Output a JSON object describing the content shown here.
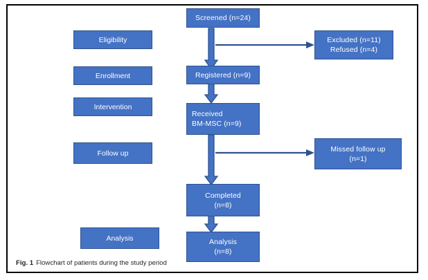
{
  "figure": {
    "caption_number": "Fig. 1",
    "caption_text": "Flowchart of patients during the study period",
    "colors": {
      "box_fill": "#4472C4",
      "box_border": "#2F528F",
      "arrow_fill": "#4472C4",
      "arrow_stroke": "#2F528F",
      "frame": "#000000",
      "box_text": "#FFFFFF",
      "caption_text": "#231F20"
    }
  },
  "stages": [
    {
      "id": "eligibility",
      "label": "Eligibility"
    },
    {
      "id": "enrollment",
      "label": "Enrollment"
    },
    {
      "id": "intervention",
      "label": "Intervention"
    },
    {
      "id": "follow-up",
      "label": "Follow up"
    },
    {
      "id": "analysis",
      "label": "Analysis"
    }
  ],
  "nodes": [
    {
      "id": "screened",
      "label": "Screened (n=24)",
      "count": 24
    },
    {
      "id": "registered",
      "label": "Registered (n=9)",
      "count": 9
    },
    {
      "id": "received",
      "label": "Received\nBM-MSC (n=9)",
      "count": 9
    },
    {
      "id": "completed",
      "label": "Completed\n(n=8)",
      "count": 8
    },
    {
      "id": "analysis",
      "label": "Analysis\n(n=8)",
      "count": 8
    }
  ],
  "side_nodes": [
    {
      "id": "excluded",
      "label": "Excluded (n=11)\nRefused (n=4)",
      "excluded": 11,
      "refused": 4
    },
    {
      "id": "missed-follow",
      "label": "Missed follow up\n(n=1)",
      "count": 1
    }
  ],
  "edges": [
    {
      "from": "screened",
      "to": "registered",
      "direction": "down"
    },
    {
      "from": "screened",
      "to": "excluded",
      "direction": "right"
    },
    {
      "from": "registered",
      "to": "received",
      "direction": "down"
    },
    {
      "from": "received",
      "to": "completed",
      "direction": "down"
    },
    {
      "from": "received",
      "to": "missed-follow",
      "direction": "right"
    },
    {
      "from": "completed",
      "to": "analysis",
      "direction": "down"
    }
  ]
}
